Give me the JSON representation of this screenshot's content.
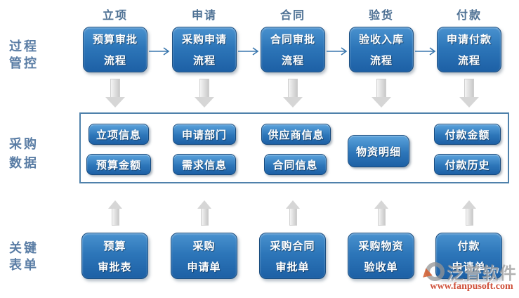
{
  "headers": [
    "立项",
    "申请",
    "合同",
    "验货",
    "付款"
  ],
  "row_labels": {
    "process": {
      "line1": "过程",
      "line2": "管控"
    },
    "data": {
      "line1": "采购",
      "line2": "数据"
    },
    "forms": {
      "line1": "关键",
      "line2": "表单"
    }
  },
  "process_flow_boxes": [
    {
      "line1": "预算审批",
      "line2": "流程"
    },
    {
      "line1": "采购申请",
      "line2": "流程"
    },
    {
      "line1": "合同审批",
      "line2": "流程"
    },
    {
      "line1": "验收入库",
      "line2": "流程"
    },
    {
      "line1": "申请付款",
      "line2": "流程"
    }
  ],
  "data_pills": {
    "project_info": "立项信息",
    "budget_amount": "预算金额",
    "apply_department": "申请部门",
    "demand_info": "需求信息",
    "supplier_info": "供应商信息",
    "contract_info": "合同信息",
    "material_detail": "物资明细",
    "payment_amount": "付款金额",
    "payment_history": "付款历史"
  },
  "form_boxes": [
    {
      "line1": "预算",
      "line2": "审批表"
    },
    {
      "line1": "采购",
      "line2": "申请单"
    },
    {
      "line1": "采购合同",
      "line2": "审批单"
    },
    {
      "line1": "采购物资",
      "line2": "验收单"
    },
    {
      "line1": "付款",
      "line2": "申请单"
    }
  ],
  "watermark": {
    "brand": "泛普软件",
    "url": "www.fanpusoft.com"
  },
  "colors": {
    "box_blue": "#2d76b9",
    "box_border": "#1b4e80",
    "label_blue": "#5a7da5",
    "frame_border": "#4f81ab",
    "arrow_gray": "#d6d6d6",
    "connector_blue": "#3a77ad",
    "watermark_red": "#c9391f",
    "watermark_gray": "#969696"
  }
}
